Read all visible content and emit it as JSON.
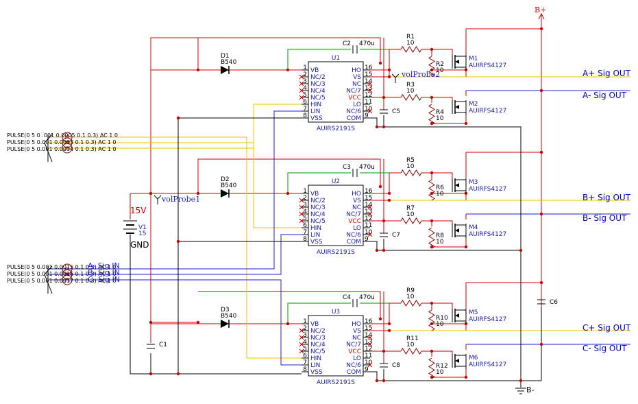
{
  "power": {
    "bplus": "B+",
    "bminus": "B-",
    "gnd": "GND",
    "v1_value": "15V",
    "v1_name": "V1",
    "v1_num": "15"
  },
  "probes": {
    "p1": "volProbe1",
    "p2": "volProbe2"
  },
  "outputs": {
    "ap": "A+ Sig OUT",
    "am": "A- Sig OUT",
    "bp": "B+ Sig OUT",
    "bm": "B- Sig OUT",
    "cp": "C+ Sig OUT",
    "cm": "C- Sig OUT"
  },
  "sources_top": [
    "PULSE(0 5 0 .001 0.0005 0.1 0.3) AC 1 0",
    "PULSE(0 5 0.001 0.0003 0.1 0.3) AC 1 0",
    "PULSE(0 5 0.001 0.0004 0.1 0.3) AC 1 0"
  ],
  "sources_bottom": [
    "PULSE(0 5 0.001 0.0015 0.1 0.3) AC 1 0",
    "PULSE(0 5 0.001 0.0016 0.1 0.3) AC 1 0",
    "PULSE(0 5 0.001 0.0017 0.1 0.3) AC 1 0"
  ],
  "sig_in": [
    "A- Sig IN",
    "B- Sig IN",
    "C- Sig IN"
  ],
  "ics": [
    {
      "ref": "U1",
      "part": "AUIRS2191S"
    },
    {
      "ref": "U2",
      "part": "AUIRS2191S"
    },
    {
      "ref": "U3",
      "part": "AUIRS2191S"
    }
  ],
  "ic_left_pins": [
    {
      "n": "1",
      "name": "VB"
    },
    {
      "n": "2",
      "name": "NC/2"
    },
    {
      "n": "3",
      "name": "NC/3"
    },
    {
      "n": "4",
      "name": "NC/4"
    },
    {
      "n": "5",
      "name": "NC/5"
    },
    {
      "n": "6",
      "name": "HIN"
    },
    {
      "n": "7",
      "name": "LIN"
    },
    {
      "n": "8",
      "name": "VSS"
    }
  ],
  "ic_right_pins": [
    {
      "n": "16",
      "name": "HO"
    },
    {
      "n": "15",
      "name": "VS"
    },
    {
      "n": "14",
      "name": "NC"
    },
    {
      "n": "13",
      "name": "NC/7"
    },
    {
      "n": "12",
      "name": "VCC"
    },
    {
      "n": "11",
      "name": "LO"
    },
    {
      "n": "10",
      "name": "NC/6"
    },
    {
      "n": "9",
      "name": "COM"
    }
  ],
  "diodes": [
    {
      "ref": "D1",
      "part": "B540"
    },
    {
      "ref": "D2",
      "part": "B540"
    },
    {
      "ref": "D3",
      "part": "B540"
    }
  ],
  "boot_caps": [
    {
      "ref": "C2",
      "val": "470u"
    },
    {
      "ref": "C3",
      "val": "470u"
    },
    {
      "ref": "C4",
      "val": "470u"
    }
  ],
  "vcc_caps": [
    "C5",
    "C7",
    "C8"
  ],
  "other_caps": {
    "c1": "C1",
    "c6": "C6"
  },
  "resistors": [
    {
      "ref": "R1",
      "val": "10"
    },
    {
      "ref": "R2",
      "val": "10"
    },
    {
      "ref": "R3",
      "val": "10"
    },
    {
      "ref": "R4",
      "val": "10"
    },
    {
      "ref": "R5",
      "val": "10"
    },
    {
      "ref": "R6",
      "val": "10"
    },
    {
      "ref": "R7",
      "val": "10"
    },
    {
      "ref": "R8",
      "val": "10"
    },
    {
      "ref": "R9",
      "val": "10"
    },
    {
      "ref": "R10",
      "val": "10"
    },
    {
      "ref": "R11",
      "val": "10"
    },
    {
      "ref": "R12",
      "val": "10"
    }
  ],
  "mosfets": [
    {
      "ref": "M1",
      "part": "AUIRFS4127"
    },
    {
      "ref": "M2",
      "part": "AUIRFS4127"
    },
    {
      "ref": "M3",
      "part": "AUIRFS4127"
    },
    {
      "ref": "M4",
      "part": "AUIRFS4127"
    },
    {
      "ref": "M5",
      "part": "AUIRFS4127"
    },
    {
      "ref": "M6",
      "part": "AUIRFS4127"
    }
  ],
  "colors": {
    "red": "#cc0000",
    "green": "#009900",
    "yellow": "#f2c200",
    "blue": "#1c1cd0",
    "black": "#000000",
    "comp": "#8b0000"
  }
}
